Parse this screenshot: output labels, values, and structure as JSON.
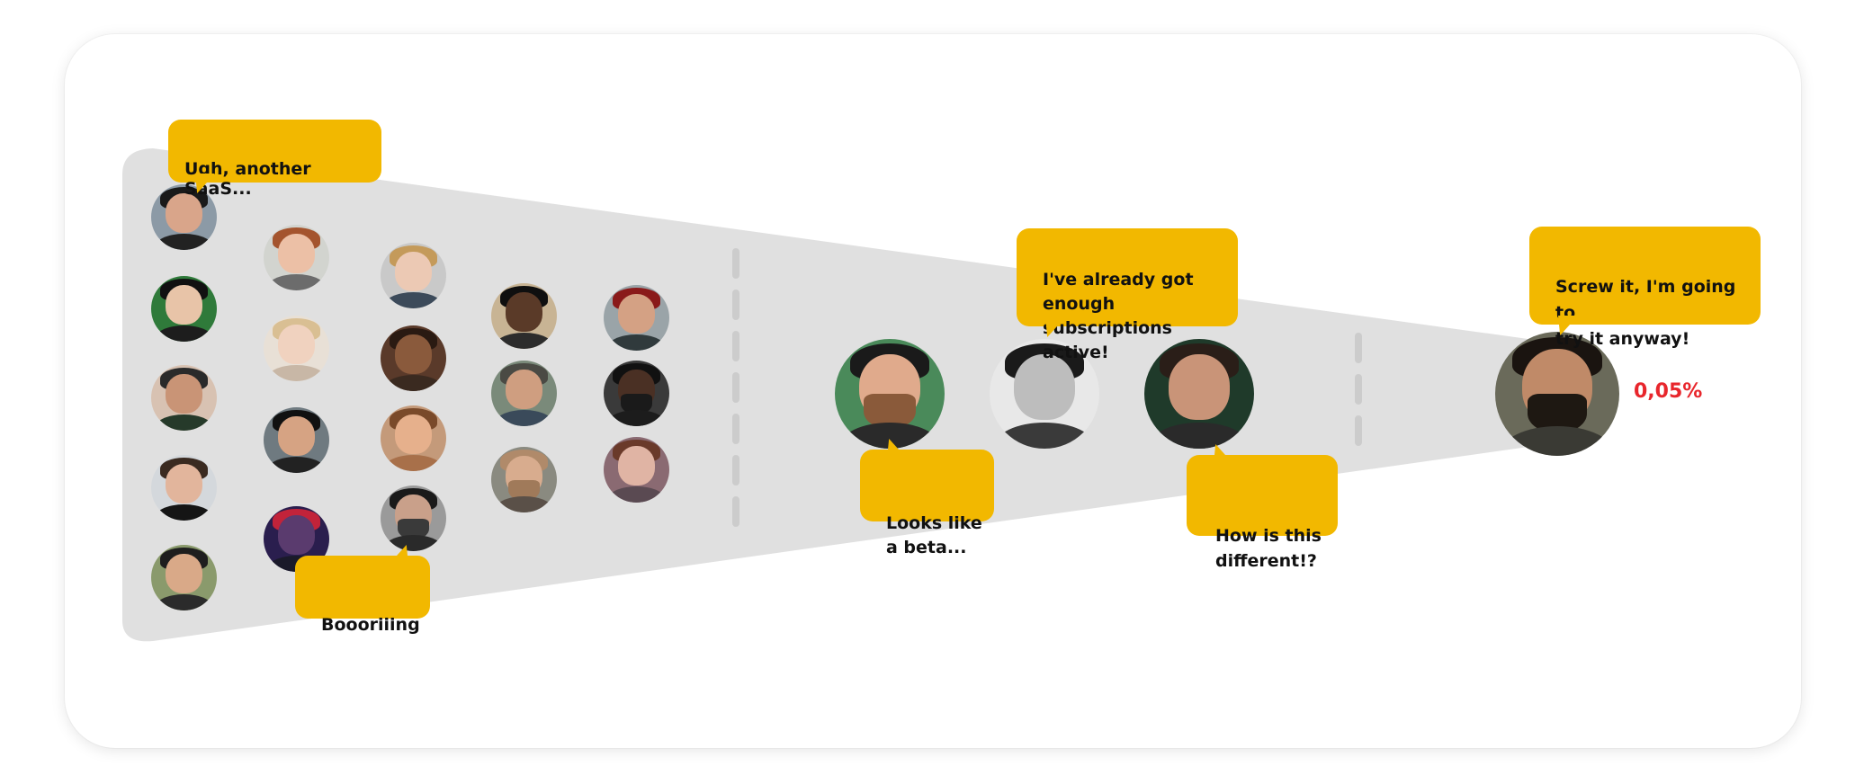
{
  "bubbles": {
    "saas": "Ugh, another SaaS...",
    "boring": "Boooriiing",
    "subscriptions": "I've already got\nenough subscriptions\nactive!",
    "beta": "Looks like\na beta...",
    "different": "How is this\ndifferent!?",
    "try_anyway": "Screw it, I'm going to\ntry it anyway!"
  },
  "conversion_rate": "0,05%",
  "colors": {
    "bubble": "#f2b800",
    "funnel": "#e0e0e0",
    "divider": "#cccccc",
    "accent": "#e8262c"
  }
}
